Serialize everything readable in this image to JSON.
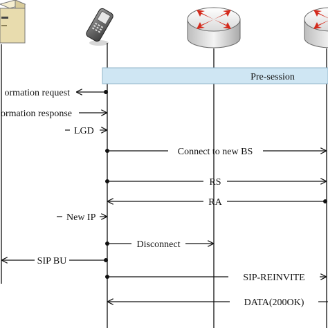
{
  "diagram": {
    "presession_label": "Pre-session",
    "messages": [
      {
        "id": "info-request",
        "text": "ormation request",
        "dir": "right-to-left"
      },
      {
        "id": "info-response",
        "text": "ormation response",
        "dir": "right"
      },
      {
        "id": "lgd",
        "text": "LGD",
        "dir": "right"
      },
      {
        "id": "connect",
        "text": "Connect to new BS",
        "dir": "right"
      },
      {
        "id": "rs",
        "text": "RS",
        "dir": "right"
      },
      {
        "id": "ra",
        "text": "RA",
        "dir": "left"
      },
      {
        "id": "new-ip",
        "text": "New IP",
        "dir": "right"
      },
      {
        "id": "disconnect",
        "text": "Disconnect",
        "dir": "right"
      },
      {
        "id": "sip-bu",
        "text": "SIP BU",
        "dir": "left"
      },
      {
        "id": "sip-reinvite",
        "text": "SIP-REINVITE",
        "dir": "right"
      },
      {
        "id": "data-200ok",
        "text": "DATA(200OK)",
        "dir": "left"
      }
    ],
    "colors": {
      "presession_fill": "#cfe6f3",
      "presession_stroke": "#8fb4c8",
      "router_red": "#d42a1c",
      "server_beige": "#e8dcae",
      "line": "#111111"
    }
  }
}
